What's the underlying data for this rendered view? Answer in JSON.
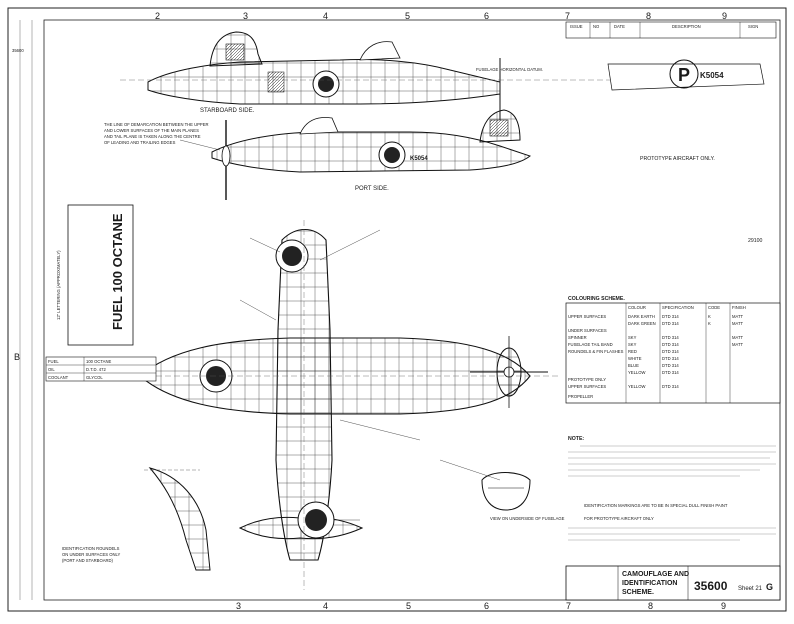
{
  "grid_numbers_top": [
    "2",
    "3",
    "4",
    "5",
    "6",
    "7",
    "8",
    "9"
  ],
  "grid_numbers_bottom": [
    "3",
    "4",
    "5",
    "6",
    "7",
    "8",
    "9"
  ],
  "side_letter": "B",
  "drawing_no_side": "35600",
  "ref_number": "29100",
  "aircraft_serial": "K5054",
  "prototype_letter": "P",
  "starboard_label": "STARBOARD SIDE.",
  "port_label": "PORT SIDE.",
  "fuel_label": "FUEL 100 OCTANE",
  "fuselage_datum": "FUSELAGE HORIZONTAL DATUM.",
  "prototype_note": "PROTOTYPE AIRCRAFT ONLY.",
  "colouring_scheme_heading": "COLOURING SCHEME.",
  "title_block": {
    "line1": "CAMOUFLAGE AND",
    "line2": "IDENTIFICATION",
    "line3": "SCHEME.",
    "drawing_no": "35600",
    "sheet": "Sheet 21",
    "rev": "G"
  },
  "alteration_headers": [
    "ISSUE",
    "NO",
    "DATE",
    "DESCRIPTION",
    "SIGN"
  ],
  "colour_table": {
    "col_headers": [
      "",
      "COLOUR",
      "SPECIFICATION",
      "CODE",
      "FINISH"
    ],
    "rows": [
      [
        "UPPER SURFACES",
        "DARK EARTH",
        "DTD 314",
        "K",
        "MATT"
      ],
      [
        "",
        "DARK GREEN",
        "DTD 314",
        "K",
        "MATT"
      ],
      [
        "UNDER SURFACES",
        "",
        "",
        "",
        ""
      ],
      [
        "SPINNER",
        "SKY",
        "DTD 314",
        "",
        "MATT"
      ],
      [
        "FUSELAGE TAIL BAND",
        "SKY",
        "DTD 314",
        "",
        "MATT"
      ],
      [
        "ROUNDELS & FIN FLASHES",
        "RED",
        "DTD 314",
        "",
        ""
      ],
      [
        "",
        "WHITE",
        "DTD 314",
        "",
        ""
      ],
      [
        "",
        "BLUE",
        "DTD 314",
        "",
        ""
      ],
      [
        "",
        "YELLOW",
        "DTD 314",
        "",
        ""
      ],
      [
        "PROTOTYPE ONLY",
        "",
        "",
        "",
        ""
      ],
      [
        "UPPER SURFACES",
        "YELLOW",
        "DTD 314",
        "",
        ""
      ],
      [
        "PROPELLER",
        "",
        "",
        "",
        ""
      ]
    ]
  },
  "notes_heading": "NOTE:",
  "identification_note": "IDENTIFICATION MARKINGS ARE TO BE IN SPECIAL DULL FINISH PAINT",
  "prototype_only_note": "FOR PROTOTYPE AIRCRAFT ONLY",
  "fuel_table_rows": [
    [
      "FUEL",
      "100 OCTANE"
    ],
    [
      "OIL",
      "D.T.D. 472"
    ],
    [
      "COOLANT",
      "GLYCOL"
    ]
  ],
  "callouts_left": [
    "THE LINE OF DEMARCATION BETWEEN THE UPPER",
    "AND LOWER SURFACES OF THE MAIN PLANES",
    "AND TAIL PLANE IS TAKEN ALONG THE CENTRE",
    "OF LEADING AND TRAILING EDGES"
  ],
  "lettering_label": "12\" LETTERING (APPROXIMATELY)",
  "underside_labels": [
    "IDENTIFICATION ROUNDELS",
    "ON UNDER SURFACES ONLY",
    "(PORT AND STARBOARD)"
  ],
  "tail_view_note": "VIEW ON UNDERSIDE OF FUSELAGE"
}
